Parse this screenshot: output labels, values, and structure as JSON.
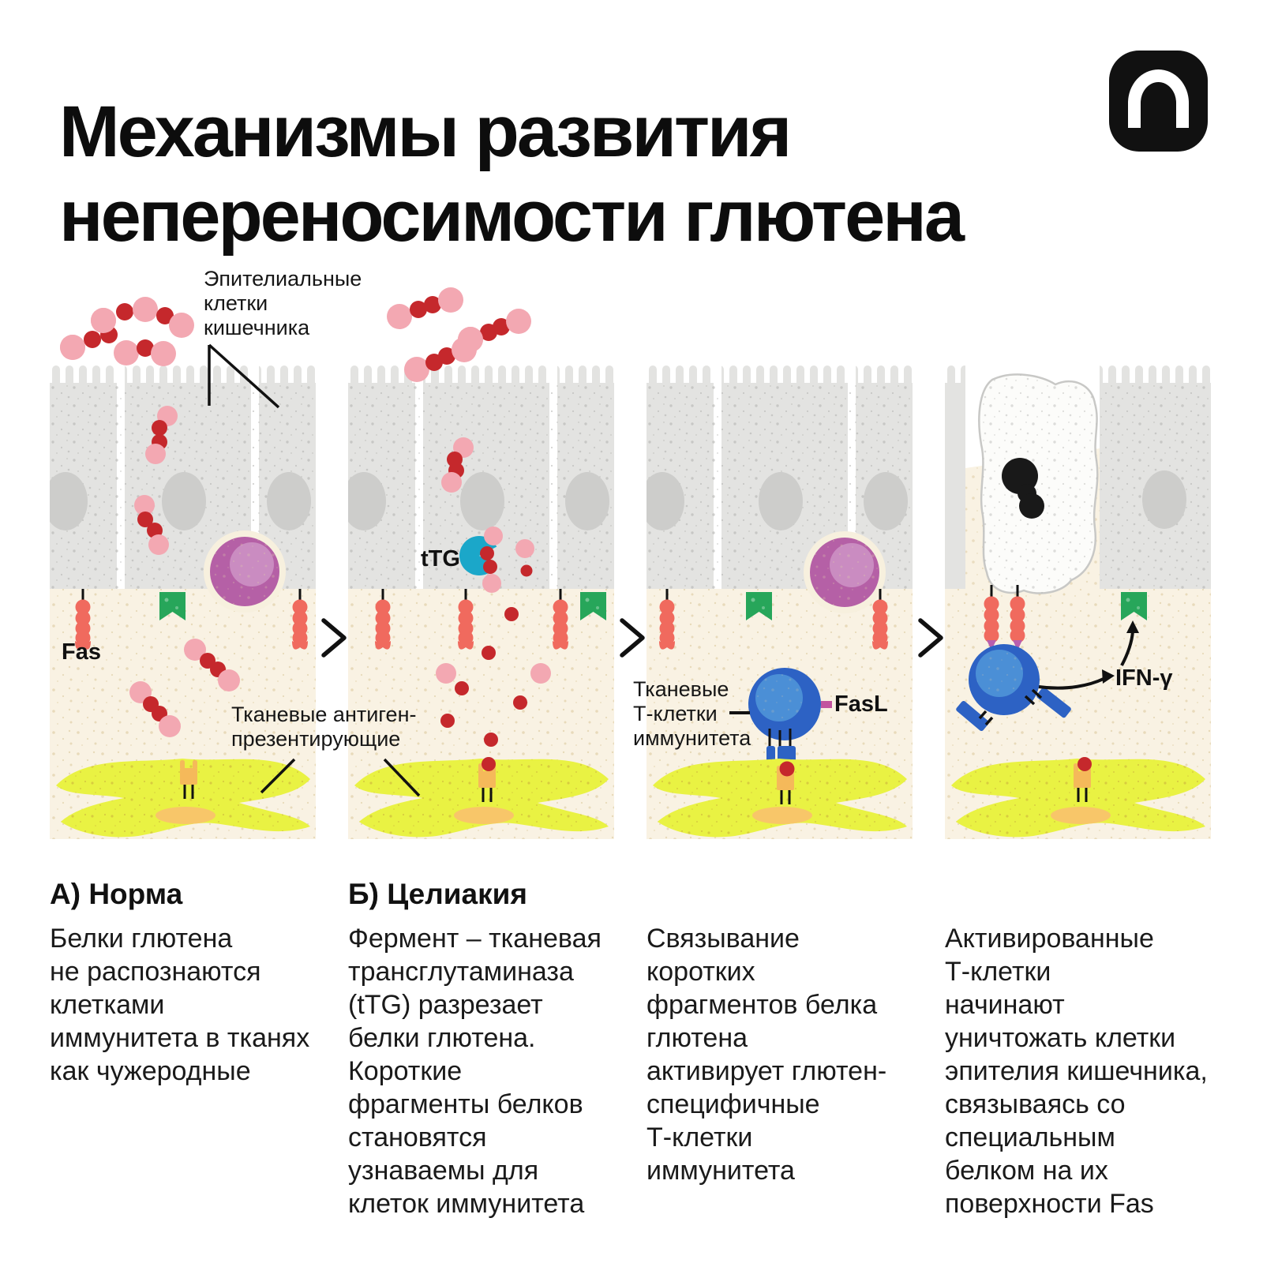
{
  "title": "Механизмы развития\nнепереносимости глютена",
  "logo": {
    "name": "n-plus-one-logo"
  },
  "callouts": {
    "epithelial": "Эпителиальные\nклетки\nкишечника",
    "apc": "Тканевые антиген-\nпрезентирующие",
    "t_cells": "Тканевые\nТ-клетки\nиммунитета",
    "fas": "Fas",
    "ttg": "tTG",
    "fasl": "FasL",
    "ifn_gamma": "IFN-γ"
  },
  "sections": [
    {
      "heading": "А) Норма",
      "body": "Белки глютена\nне распознаются\nклетками\nиммунитета в тканях\nкак чужеродные"
    },
    {
      "heading": "Б) Целиакия",
      "body": "Фермент – тканевая\nтрансглутаминаза\n(tTG) разрезает\nбелки глютена.\nКороткие\nфрагменты белков\nстановятся\nузнаваемы для\nклеток иммунитета"
    },
    {
      "heading": "",
      "body": "Связывание\nкоротких\nфрагментов белка\nглютена\nактивирует глютен-\nспецифичные\nТ-клетки\nиммунитета"
    },
    {
      "heading": "",
      "body": "Активированные\nТ-клетки\nначинают\nуничтожать клетки\nэпителия кишечника,\nсвязываясь со\nспециальным\nбелком на их\nповерхности Fas"
    }
  ],
  "colors": {
    "gluten_pink": "#f3a8b2",
    "gluten_red": "#c5282c",
    "fas_receptor_coral": "#f06a5e",
    "ribbon_green": "#27a65a",
    "ttg_teal": "#1ba7c9",
    "plasma_purple": "#b560a6",
    "apc_yellow": "#e9f243",
    "mhc_orange": "#f5b95a",
    "tcell_blue": "#2d62c4",
    "fasl_magenta": "#c2549f",
    "epithelium_gray": "#e3e3e1",
    "lamina_cream": "#f9f2e3"
  }
}
